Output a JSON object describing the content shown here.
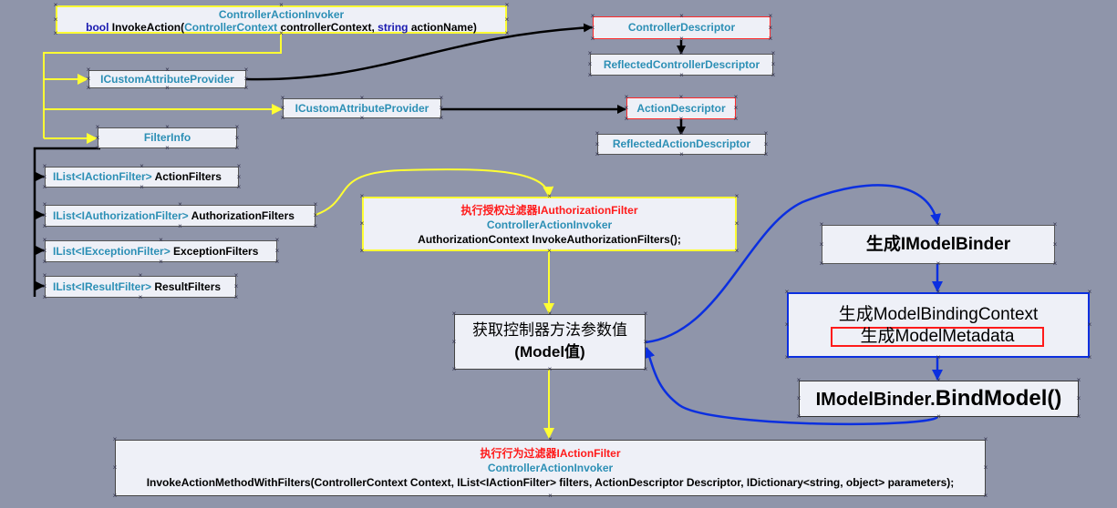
{
  "invoker_header": {
    "class_name": "ControllerActionInvoker",
    "kw_bool": "bool",
    "method": "InvokeAction(",
    "param_type": "ControllerContext",
    "param_name": "controllerContext,",
    "kw_string": "string",
    "tail": "actionName)"
  },
  "providers": {
    "custom_attr_1": "ICustomAttributeProvider",
    "custom_attr_2": "ICustomAttributeProvider",
    "filter_info": "FilterInfo"
  },
  "descriptors": {
    "controller": "ControllerDescriptor",
    "reflected_controller": "ReflectedControllerDescriptor",
    "action": "ActionDescriptor",
    "reflected_action": "ReflectedActionDescriptor"
  },
  "filter_lists": [
    {
      "type": "IList<IActionFilter>",
      "name": "ActionFilters"
    },
    {
      "type": "IList<IAuthorizationFilter>",
      "name": "AuthorizationFilters"
    },
    {
      "type": "IList<IExceptionFilter>",
      "name": "ExceptionFilters"
    },
    {
      "type": "IList<IResultFilter>",
      "name": "ResultFilters"
    }
  ],
  "authorization_box": {
    "title": "执行授权过滤器IAuthorizationFilter",
    "class_name": "ControllerActionInvoker",
    "call": "AuthorizationContext InvokeAuthorizationFilters();"
  },
  "param_box": {
    "line1": "获取控制器方法参数值",
    "line2": "(Model值)"
  },
  "model_binder": {
    "create": "生成IModelBinder",
    "binding_context": "生成ModelBindingContext",
    "metadata": "生成ModelMetadata",
    "bind_prefix": "IModelBinder.",
    "bind_method": "BindModel()"
  },
  "action_box": {
    "title": "执行行为过滤器IActionFilter",
    "class_name": "ControllerActionInvoker",
    "call": "InvokeActionMethodWithFilters(ControllerContext Context, IList<IActionFilter> filters, ActionDescriptor Descriptor, IDictionary<string, object> parameters);"
  },
  "colors": {
    "background": "#8f95aa",
    "box_fill": "#eef0f7",
    "yellow_connector": "#ffff33",
    "blue_connector": "#0b2fe0",
    "black_connector": "#000000",
    "type_text": "#2c8fb5",
    "keyword_text": "#1a1ab0",
    "highlight_text": "#ff1a1a"
  }
}
